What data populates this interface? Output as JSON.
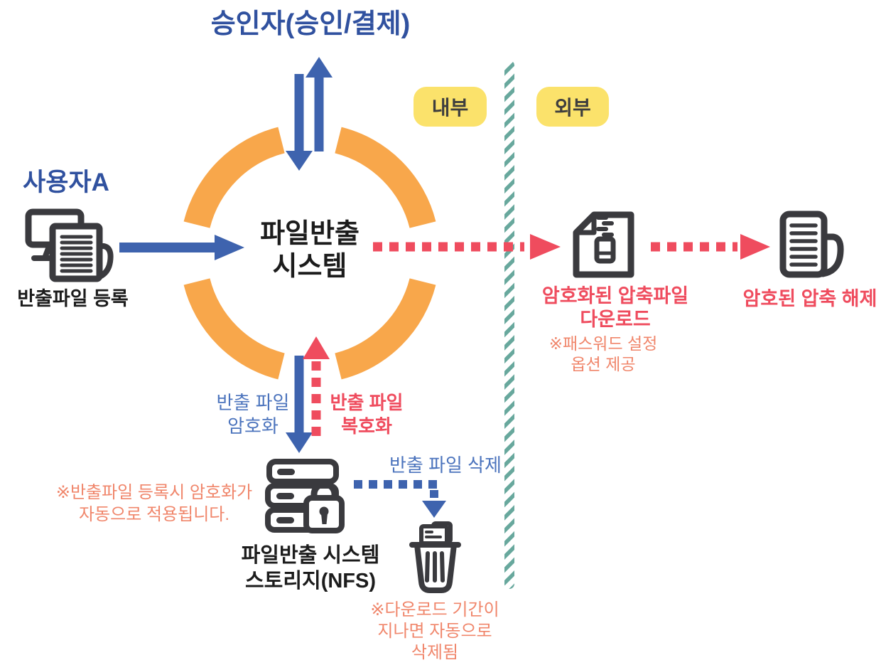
{
  "approver": {
    "title": "승인자(승인/결제)"
  },
  "user": {
    "title": "사용자A",
    "caption": "반출파일 등록"
  },
  "system": {
    "line1": "파일반출",
    "line2": "시스템"
  },
  "zones": {
    "internal": "내부",
    "external": "외부"
  },
  "flows": {
    "encrypt_line1": "반출 파일",
    "encrypt_line2": "암호화",
    "decrypt_line1": "반출 파일",
    "decrypt_line2": "복호화",
    "delete_label": "반출 파일 삭제"
  },
  "storage": {
    "name_line1": "파일반출 시스템",
    "name_line2": "스토리지(NFS)",
    "note_line1": "※반출파일 등록시 암호화가",
    "note_line2": "자동으로 적용됩니다."
  },
  "download": {
    "label_line1": "암호화된 압축파일",
    "label_line2": "다운로드",
    "note_line1": "※패스워드 설정",
    "note_line2": "옵션 제공"
  },
  "extract": {
    "label": "암호된 압축 해제"
  },
  "trash": {
    "note_line1": "※다운로드 기간이",
    "note_line2": "지나면 자동으로",
    "note_line3": "삭제됨"
  },
  "icons": {
    "user_device": "monitor-with-document-icon",
    "zip_file": "zipped-file-icon",
    "unzipped_document": "document-lines-icon",
    "storage_lock": "server-with-padlock-icon",
    "trash_bin": "trash-can-with-papers-icon"
  },
  "colors": {
    "blue_dark": "#30519F",
    "blue": "#3E63AE",
    "blue_light": "#4C74BD",
    "orange": "#F8A74B",
    "yellow": "#FBE26B",
    "teal": "#68A89D",
    "red": "#EF4C5E",
    "salmon": "#F0866B",
    "ink": "#1C1C1C",
    "icon": "#3A3A3E",
    "badge_text": "#3E3E3E"
  }
}
